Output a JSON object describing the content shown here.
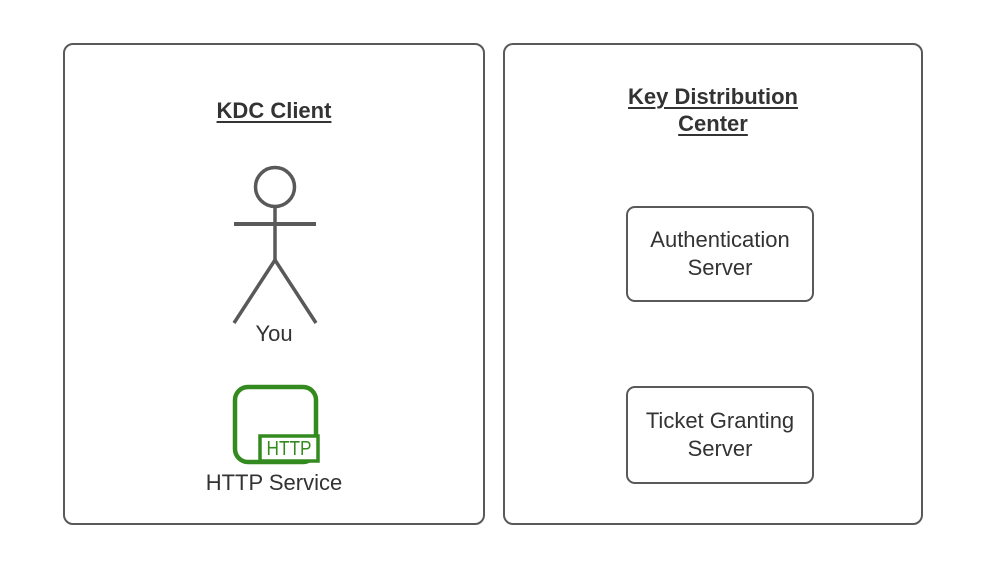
{
  "diagram": {
    "background_color": "#ffffff",
    "stroke_color": "#595959",
    "text_color": "#333333",
    "accent_green": "#338a1e"
  },
  "kdc_client": {
    "title": "KDC Client",
    "actor_icon": "stick-figure-actor-icon",
    "actor_label": "You",
    "service_icon": "http-service-icon",
    "service_badge": "HTTP",
    "service_label": "HTTP Service"
  },
  "key_distribution_center": {
    "title_lines": [
      "Key Distribution",
      "Center"
    ],
    "servers": [
      {
        "lines": [
          "Authentication",
          "Server"
        ]
      },
      {
        "lines": [
          "Ticket Granting",
          "Server"
        ]
      }
    ]
  }
}
